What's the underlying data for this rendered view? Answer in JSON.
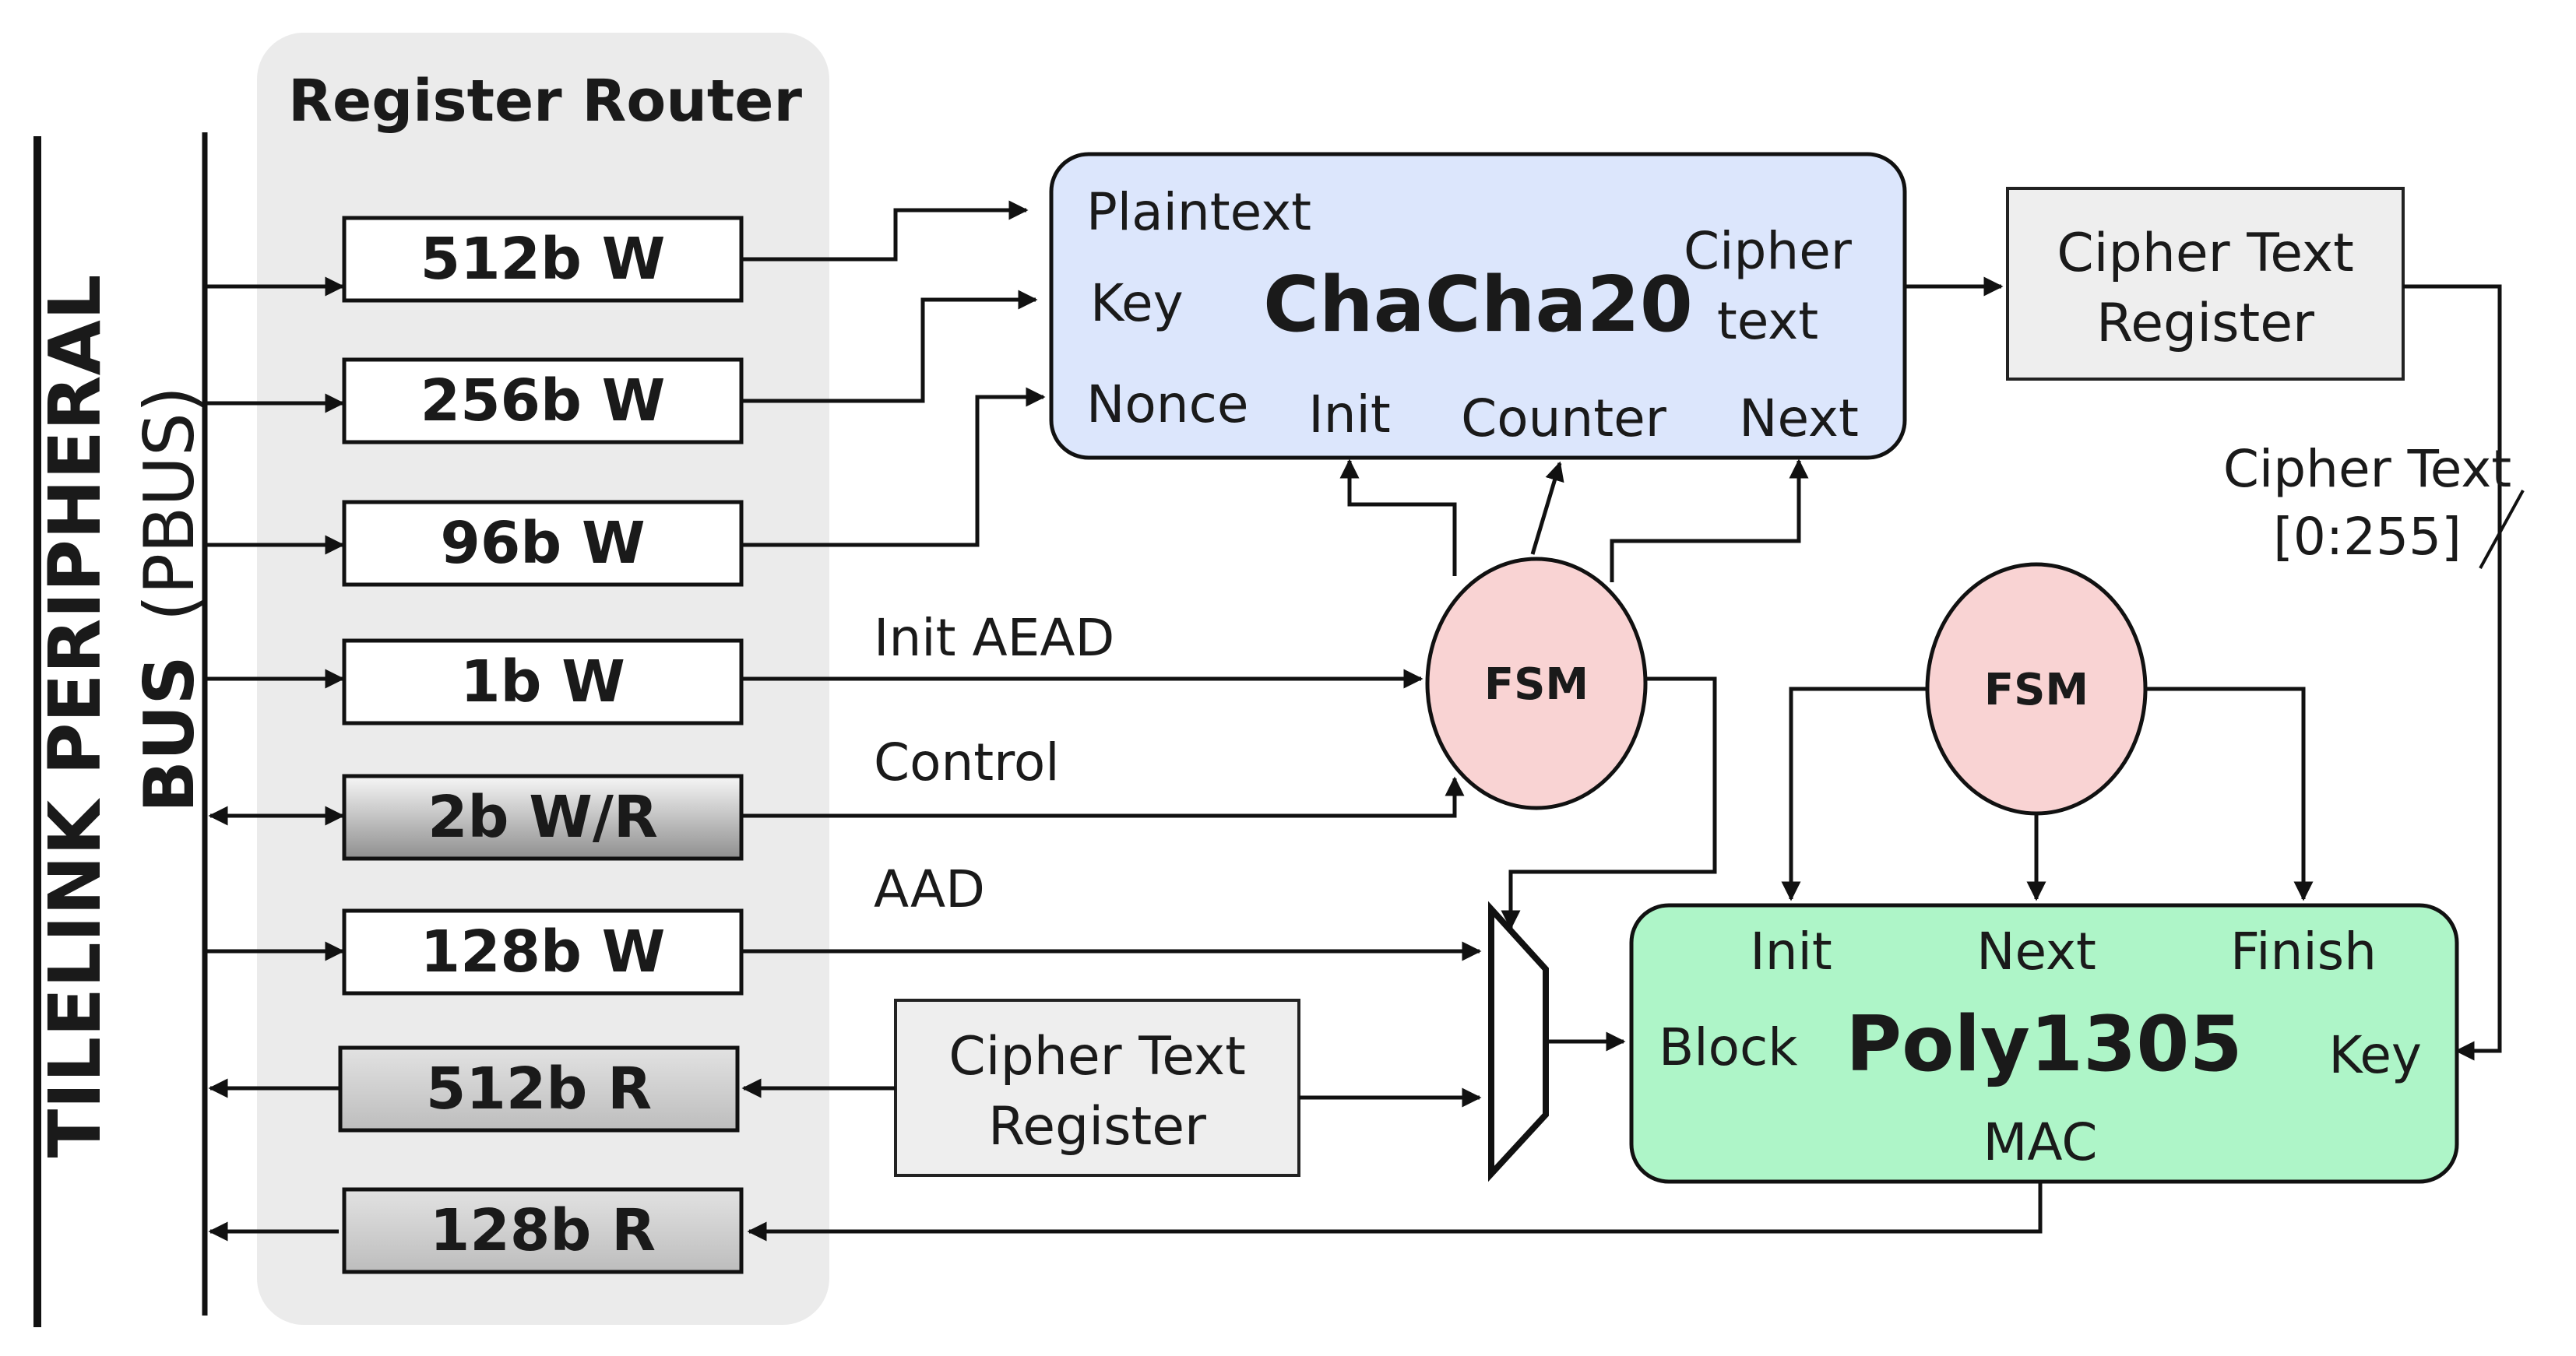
{
  "bus": {
    "title": "TILELINK PERIPHERAL",
    "subtitle_bold": "BUS",
    "subtitle_normal": "(PBUS)"
  },
  "router": {
    "title": "Register Router",
    "registers": [
      {
        "label": "512b W",
        "kind": "write"
      },
      {
        "label": "256b W",
        "kind": "write"
      },
      {
        "label": "96b W",
        "kind": "write"
      },
      {
        "label": "1b W",
        "kind": "write"
      },
      {
        "label": "2b W/R",
        "kind": "readwrite"
      },
      {
        "label": "128b W",
        "kind": "write"
      },
      {
        "label": "512b R",
        "kind": "read"
      },
      {
        "label": "128b R",
        "kind": "read"
      }
    ]
  },
  "chacha": {
    "name": "ChaCha20",
    "ports": {
      "plaintext": "Plaintext",
      "key": "Key",
      "nonce": "Nonce",
      "init": "Init",
      "counter": "Counter",
      "next": "Next",
      "cipher_line1": "Cipher",
      "cipher_line2": "text"
    },
    "color": "#dce6fc"
  },
  "poly": {
    "name": "Poly1305",
    "ports": {
      "init": "Init",
      "next": "Next",
      "finish": "Finish",
      "block": "Block",
      "key": "Key",
      "mac": "MAC"
    },
    "color": "#aef5c8"
  },
  "fsm": {
    "label": "FSM",
    "color": "#f9d3d3"
  },
  "cipher_register_top": {
    "line1": "Cipher Text",
    "line2": "Register"
  },
  "cipher_register_bottom": {
    "line1": "Cipher Text",
    "line2": "Register"
  },
  "signals": {
    "init_aead": "Init AEAD",
    "control": "Control",
    "aad": "AAD",
    "cipher_text_bus_line1": "Cipher Text",
    "cipher_text_bus_line2": "[0:255]"
  }
}
